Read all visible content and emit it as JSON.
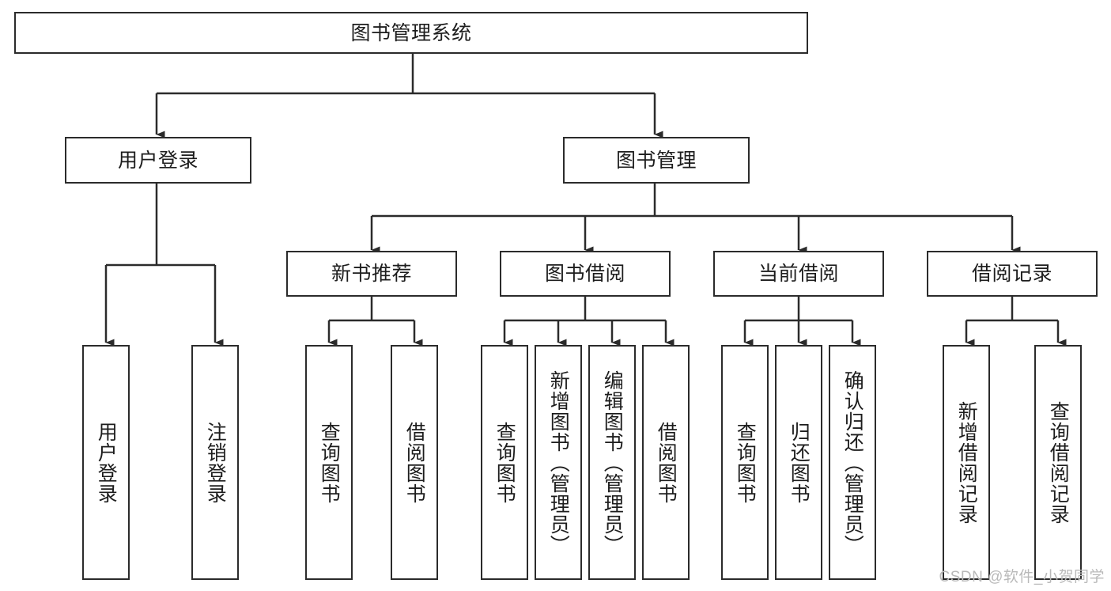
{
  "diagram": {
    "title": "图书管理系统",
    "type": "tree",
    "watermark": "CSDN @软件_小贺同学",
    "colors": {
      "stroke": "#2b2b2b",
      "fill": "#ffffff",
      "text": "#1d1d1d",
      "watermark": "#b9b9b9"
    },
    "root": {
      "label": "图书管理系统"
    },
    "level1": [
      {
        "label": "用户登录"
      },
      {
        "label": "图书管理"
      }
    ],
    "level2": [
      {
        "label": "新书推荐"
      },
      {
        "label": "图书借阅"
      },
      {
        "label": "当前借阅"
      },
      {
        "label": "借阅记录"
      }
    ],
    "leaves": {
      "user_login": [
        {
          "label": "用户登录"
        },
        {
          "label": "注销登录"
        }
      ],
      "new_book_recommend": [
        {
          "label": "查询图书"
        },
        {
          "label": "借阅图书"
        }
      ],
      "book_borrow": [
        {
          "label": "查询图书"
        },
        {
          "label": "新增图书（管理员）"
        },
        {
          "label": "编辑图书（管理员）"
        },
        {
          "label": "借阅图书"
        }
      ],
      "current_borrow": [
        {
          "label": "查询图书"
        },
        {
          "label": "归还图书"
        },
        {
          "label": "确认归还（管理员）"
        }
      ],
      "borrow_record": [
        {
          "label": "新增借阅记录"
        },
        {
          "label": "查询借阅记录"
        }
      ]
    }
  }
}
